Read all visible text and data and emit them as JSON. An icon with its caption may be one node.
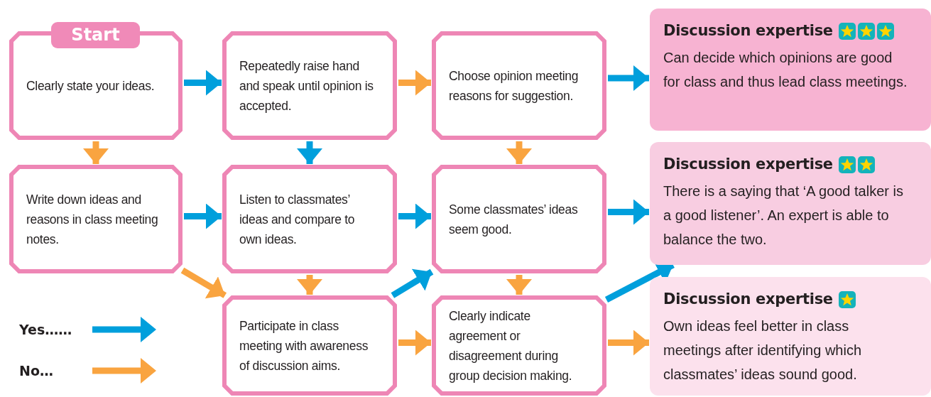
{
  "diagram": {
    "nodes": [
      {
        "text": [
          "Start",
          "Clearly state your ideas."
        ]
      },
      {
        "text": [
          "Repeatedly raise hand and speak until opinion is accepted."
        ]
      },
      {
        "text": [
          "Choose opinion meeting reasons for suggestion."
        ]
      },
      {
        "text": [
          "Discussion expertise",
          "Can decide which opinions are good for class and thus lead class meetings."
        ]
      },
      {
        "text": [
          "Write down ideas and reasons in class meeting notes."
        ]
      },
      {
        "text": [
          "Listen to classmates’ ideas and compare to own ideas."
        ]
      },
      {
        "text": [
          "Some classmates’ ideas seem good."
        ]
      },
      {
        "text": [
          "Discussion expertise",
          "There is a saying that ‘A good talker is a good listener’. An expert is able to balance the two."
        ]
      },
      {
        "text": [
          "Participate in class meeting with awareness of discussion aims."
        ]
      },
      {
        "text": [
          "Clearly indicate agreement or disagreement during group decision making."
        ]
      },
      {
        "text": [
          "Discussion expertise",
          "Own ideas feel better in class meetings after identifying which classmates’ ideas sound good."
        ]
      }
    ],
    "edges": [
      {
        "from": 0,
        "to": 1,
        "arrow": "to"
      },
      {
        "from": 0,
        "to": 4,
        "arrow": "to",
        "color": "#f9a440"
      },
      {
        "from": 1,
        "to": 2,
        "arrow": "to",
        "color": "#f9a440"
      },
      {
        "from": 1,
        "to": 5,
        "arrow": "to"
      },
      {
        "from": 2,
        "to": 3,
        "arrow": "to"
      },
      {
        "from": 2,
        "to": 6,
        "arrow": "to",
        "color": "#f9a440"
      },
      {
        "from": 4,
        "to": 5,
        "arrow": "to"
      },
      {
        "from": 4,
        "to": 8,
        "arrow": "to",
        "color": "#f9a440"
      },
      {
        "from": 5,
        "to": 6,
        "arrow": "to"
      },
      {
        "from": 5,
        "to": 8,
        "arrow": "to",
        "color": "#f9a440"
      },
      {
        "from": 6,
        "to": 7,
        "arrow": "to"
      },
      {
        "from": 8,
        "to": 6,
        "arrow": "to"
      },
      {
        "from": 8,
        "to": 9,
        "arrow": "to",
        "color": "#f9a440"
      },
      {
        "from": 6,
        "to": 9,
        "arrow": "to",
        "color": "#f9a440"
      },
      {
        "from": 9,
        "to": 7,
        "arrow": "to"
      },
      {
        "from": 9,
        "to": 10,
        "arrow": "to",
        "color": "#f9a440"
      }
    ],
    "legend": [
      {
        "text": "Yes……",
        "color": "#009fdc"
      },
      {
        "text": "No…",
        "color": "#f9a440"
      }
    ]
  }
}
